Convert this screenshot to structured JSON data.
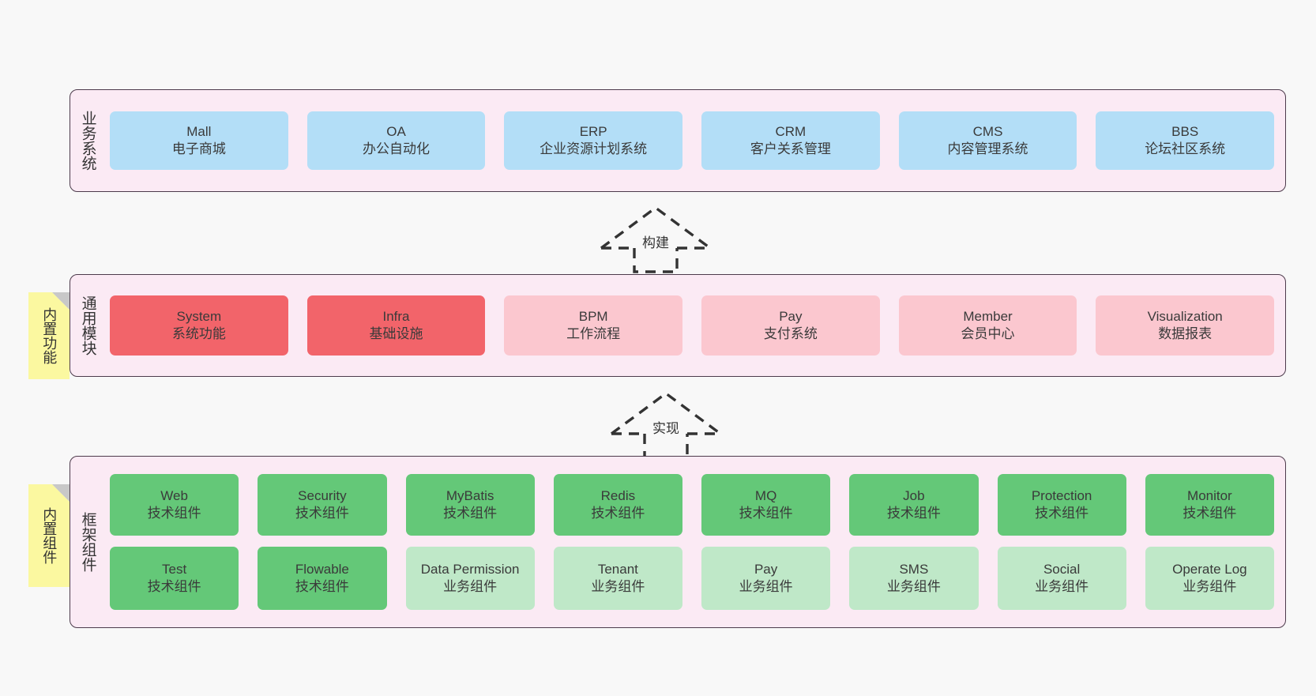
{
  "theme": {
    "page_bg": "#f8f8f8",
    "band_bg": "#fbeaf4",
    "band_border": "#4d3b4c",
    "note_bg": "#fbf8a0",
    "note_fold": "#c8c8c8",
    "blue": "#b3def7",
    "red": "#f2646a",
    "pink": "#fbc7cf",
    "green": "#64c878",
    "light_green": "#bfe8c8"
  },
  "layers": [
    {
      "id": "business-system",
      "title": "业务系统",
      "rows": [
        [
          {
            "en": "Mall",
            "cn": "电子商城",
            "color": "blue"
          },
          {
            "en": "OA",
            "cn": "办公自动化",
            "color": "blue"
          },
          {
            "en": "ERP",
            "cn": "企业资源计划系统",
            "color": "blue"
          },
          {
            "en": "CRM",
            "cn": "客户关系管理",
            "color": "blue"
          },
          {
            "en": "CMS",
            "cn": "内容管理系统",
            "color": "blue"
          },
          {
            "en": "BBS",
            "cn": "论坛社区系统",
            "color": "blue"
          }
        ]
      ]
    },
    {
      "id": "common-module",
      "title": "通用模块",
      "note": "内置功能",
      "rows": [
        [
          {
            "en": "System",
            "cn": "系统功能",
            "color": "red"
          },
          {
            "en": "Infra",
            "cn": "基础设施",
            "color": "red"
          },
          {
            "en": "BPM",
            "cn": "工作流程",
            "color": "pink"
          },
          {
            "en": "Pay",
            "cn": "支付系统",
            "color": "pink"
          },
          {
            "en": "Member",
            "cn": "会员中心",
            "color": "pink"
          },
          {
            "en": "Visualization",
            "cn": "数据报表",
            "color": "pink"
          }
        ]
      ]
    },
    {
      "id": "framework-component",
      "title": "框架组件",
      "note": "内置组件",
      "rows": [
        [
          {
            "en": "Web",
            "cn": "技术组件",
            "color": "green"
          },
          {
            "en": "Security",
            "cn": "技术组件",
            "color": "green"
          },
          {
            "en": "MyBatis",
            "cn": "技术组件",
            "color": "green"
          },
          {
            "en": "Redis",
            "cn": "技术组件",
            "color": "green"
          },
          {
            "en": "MQ",
            "cn": "技术组件",
            "color": "green"
          },
          {
            "en": "Job",
            "cn": "技术组件",
            "color": "green"
          },
          {
            "en": "Protection",
            "cn": "技术组件",
            "color": "green"
          },
          {
            "en": "Monitor",
            "cn": "技术组件",
            "color": "green"
          }
        ],
        [
          {
            "en": "Test",
            "cn": "技术组件",
            "color": "green"
          },
          {
            "en": "Flowable",
            "cn": "技术组件",
            "color": "green"
          },
          {
            "en": "Data Permission",
            "cn": "业务组件",
            "color": "light_green"
          },
          {
            "en": "Tenant",
            "cn": "业务组件",
            "color": "light_green"
          },
          {
            "en": "Pay",
            "cn": "业务组件",
            "color": "light_green"
          },
          {
            "en": "SMS",
            "cn": "业务组件",
            "color": "light_green"
          },
          {
            "en": "Social",
            "cn": "业务组件",
            "color": "light_green"
          },
          {
            "en": "Operate Log",
            "cn": "业务组件",
            "color": "light_green"
          }
        ]
      ]
    }
  ],
  "connectors": [
    {
      "id": "build",
      "label": "构建"
    },
    {
      "id": "implement",
      "label": "实现"
    }
  ]
}
